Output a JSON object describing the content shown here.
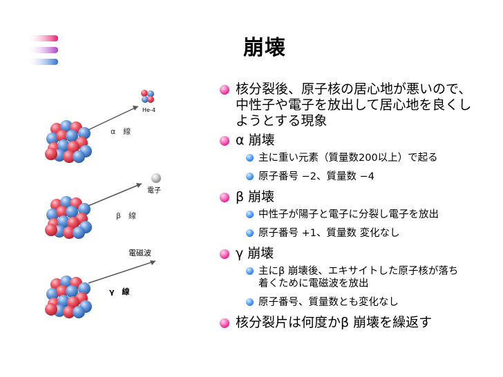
{
  "title": "崩壊",
  "figure": {
    "alpha": {
      "particle_label": "He-4",
      "ray_label": "α　線"
    },
    "beta": {
      "particle_label": "電子",
      "ray_label": "β　線"
    },
    "gamma": {
      "particle_label": "電磁波",
      "ray_label": "γ　線"
    }
  },
  "bullets": {
    "b0": "核分裂後、原子核の居心地が悪いので、中性子や電子を放出して居心地を良くしようとする現象",
    "alpha_heading": "α 崩壊",
    "alpha_1": "主に重い元素（質量数200以上）で起る",
    "alpha_2": "原子番号 −2、質量数 −4",
    "beta_heading": "β 崩壊",
    "beta_1": "中性子が陽子と電子に分裂し電子を放出",
    "beta_2": "原子番号 +1、質量数 変化なし",
    "gamma_heading": "γ 崩壊",
    "gamma_1": "主にβ 崩壊後、エキサイトした原子核が落ち着くために電磁波を放出",
    "gamma_2": "原子番号、質量数とも変化なし",
    "last": "核分裂片は何度かβ 崩壊を繰返す"
  },
  "colors": {
    "proton": "#e8485a",
    "neutron": "#5b8fd0",
    "bullet_main": "#e0208e",
    "bullet_sub": "#1f6fd8"
  }
}
